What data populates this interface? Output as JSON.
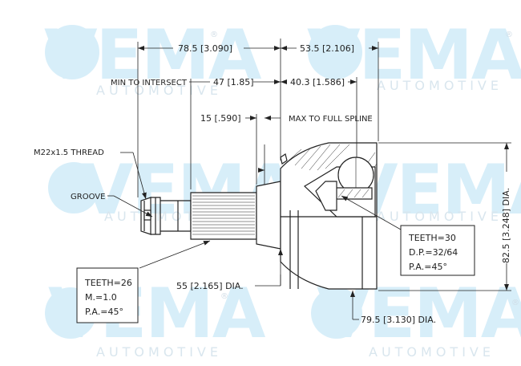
{
  "watermark": {
    "brand": "VEMA",
    "sub": "AUTOMOTIVE",
    "reg": "®"
  },
  "dimensions": {
    "overall_left": "78.5 [3.090]",
    "overall_right": "53.5 [2.106]",
    "min_to_intersect_label": "MIN TO INTERSECT",
    "min_to_intersect": "47 [1.85]",
    "right_intersect": "40.3 [1.586]",
    "spline_length": "15 [.590]",
    "max_to_full_spline": "MAX TO FULL SPLINE",
    "shaft_dia": "55 [2.165] DIA.",
    "housing_dia": "79.5 [3.130] DIA.",
    "height_dia": "82.5 [3.248] DIA."
  },
  "callouts": {
    "thread": "M22x1.5 THREAD",
    "groove": "GROOVE"
  },
  "specs_inner": {
    "teeth": "TEETH=30",
    "dp": "D.P.=32/64",
    "pa": "P.A.=45°"
  },
  "specs_outer": {
    "teeth": "TEETH=26",
    "m": "M.=1.0",
    "pa": "P.A.=45°"
  }
}
